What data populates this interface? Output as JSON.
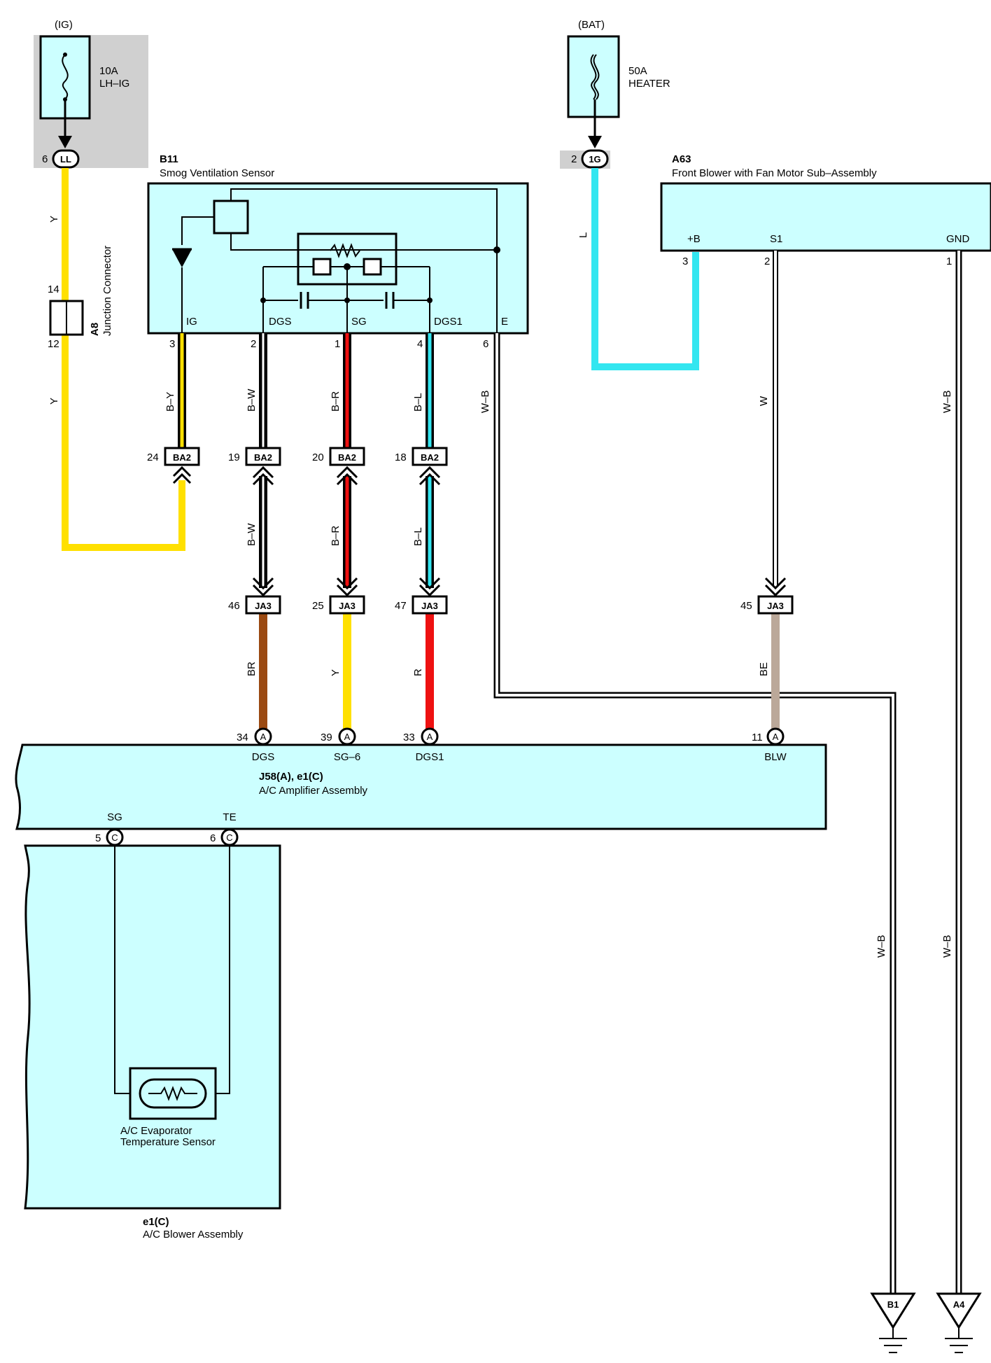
{
  "power": {
    "ig": {
      "label": "(IG)",
      "fuse_amp": "10A",
      "fuse_name": "LH–IG",
      "pin": "6",
      "conn": "LL"
    },
    "bat": {
      "label": "(BAT)",
      "fuse_amp": "50A",
      "fuse_name": "HEATER",
      "pin": "2",
      "conn": "1G"
    }
  },
  "junction": {
    "code": "A8",
    "name": "Junction Connector",
    "pin_top": "14",
    "pin_bottom": "12"
  },
  "sensor_b11": {
    "code": "B11",
    "name": "Smog Ventilation Sensor",
    "terminals": [
      {
        "name": "IG",
        "pin": "3"
      },
      {
        "name": "DGS",
        "pin": "2"
      },
      {
        "name": "SG",
        "pin": "1"
      },
      {
        "name": "DGS1",
        "pin": "4"
      },
      {
        "name": "E",
        "pin": "6"
      }
    ]
  },
  "blower_a63": {
    "code": "A63",
    "name": "Front Blower with Fan Motor Sub–Assembly",
    "terminals": [
      {
        "name": "+B",
        "pin": "3"
      },
      {
        "name": "S1",
        "pin": "2"
      },
      {
        "name": "GND",
        "pin": "1"
      }
    ]
  },
  "wires": {
    "y_top": "Y",
    "y_bottom": "Y",
    "l": "L",
    "b_y": "B–Y",
    "b_w_1": "B–W",
    "b_r_1": "B–R",
    "b_l_1": "B–L",
    "b_w_2": "B–W",
    "b_r_2": "B–R",
    "b_l_2": "B–L",
    "w_b_e": "W–B",
    "w": "W",
    "w_b_gnd": "W–B",
    "br": "BR",
    "y_mid": "Y",
    "r": "R",
    "be": "BE",
    "w_b_low_1": "W–B",
    "w_b_low_2": "W–B"
  },
  "ba2": [
    {
      "pin": "24",
      "name": "BA2"
    },
    {
      "pin": "19",
      "name": "BA2"
    },
    {
      "pin": "20",
      "name": "BA2"
    },
    {
      "pin": "18",
      "name": "BA2"
    }
  ],
  "ja3": [
    {
      "pin": "46",
      "name": "JA3"
    },
    {
      "pin": "25",
      "name": "JA3"
    },
    {
      "pin": "47",
      "name": "JA3"
    },
    {
      "pin": "45",
      "name": "JA3"
    }
  ],
  "amplifier": {
    "code": "J58(A), e1(C)",
    "name": "A/C Amplifier Assembly",
    "pins_a": [
      {
        "pin": "34",
        "conn": "A",
        "name": "DGS"
      },
      {
        "pin": "39",
        "conn": "A",
        "name": "SG–6"
      },
      {
        "pin": "33",
        "conn": "A",
        "name": "DGS1"
      },
      {
        "pin": "11",
        "conn": "A",
        "name": "BLW"
      }
    ],
    "pins_c": [
      {
        "pin": "5",
        "conn": "C",
        "name": "SG"
      },
      {
        "pin": "6",
        "conn": "C",
        "name": "TE"
      }
    ]
  },
  "evap_sensor": {
    "line1": "A/C Evaporator",
    "line2": "Temperature Sensor"
  },
  "blower_assy": {
    "code": "e1(C)",
    "name": "A/C Blower Assembly"
  },
  "grounds": [
    {
      "name": "B1"
    },
    {
      "name": "A4"
    }
  ],
  "colors": {
    "module_fill": "#ccffff",
    "fuse_bg": "#d0d0d0",
    "yellow": "#ffe000",
    "cyan": "#33e6f0",
    "red": "#ee1111",
    "brown": "#9b4a12",
    "tan": "#bba899",
    "black": "#111111"
  }
}
